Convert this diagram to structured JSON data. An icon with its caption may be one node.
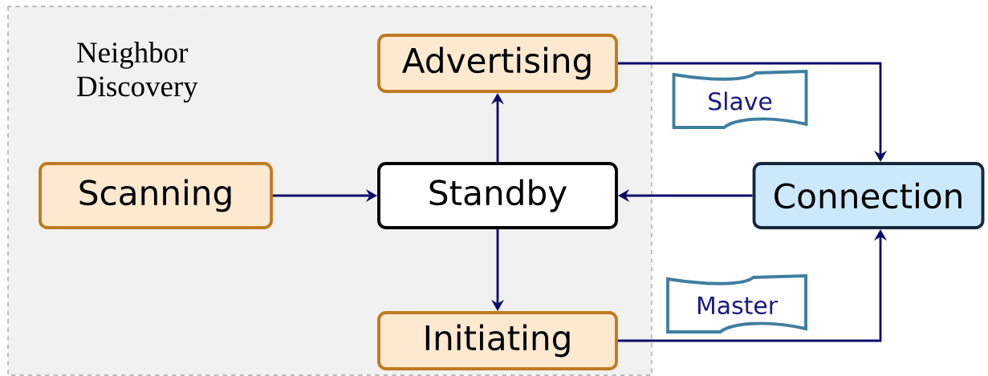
{
  "diagram": {
    "nodes": [
      {
        "text": [
          "Neighbor Discovery"
        ]
      },
      {
        "text": [
          "Advertising"
        ],
        "in": 0
      },
      {
        "text": [
          "Scanning"
        ],
        "in": 0
      },
      {
        "text": [
          "Standby"
        ],
        "in": 0
      },
      {
        "text": [
          "Initiating"
        ],
        "in": 0
      },
      {
        "text": [
          "Connection"
        ]
      },
      {
        "text": [
          "Slave"
        ]
      },
      {
        "text": [
          "Master"
        ]
      }
    ],
    "edges": [
      {
        "from": 2,
        "to": 3,
        "arrow": "to"
      },
      {
        "from": 3,
        "to": 1,
        "arrow": "to"
      },
      {
        "from": 3,
        "to": 4,
        "arrow": "to"
      },
      {
        "from": 5,
        "to": 3,
        "arrow": "to"
      },
      {
        "from": 1,
        "to": 5,
        "arrow": "to"
      },
      {
        "from": 4,
        "to": 5,
        "arrow": "to"
      }
    ]
  }
}
